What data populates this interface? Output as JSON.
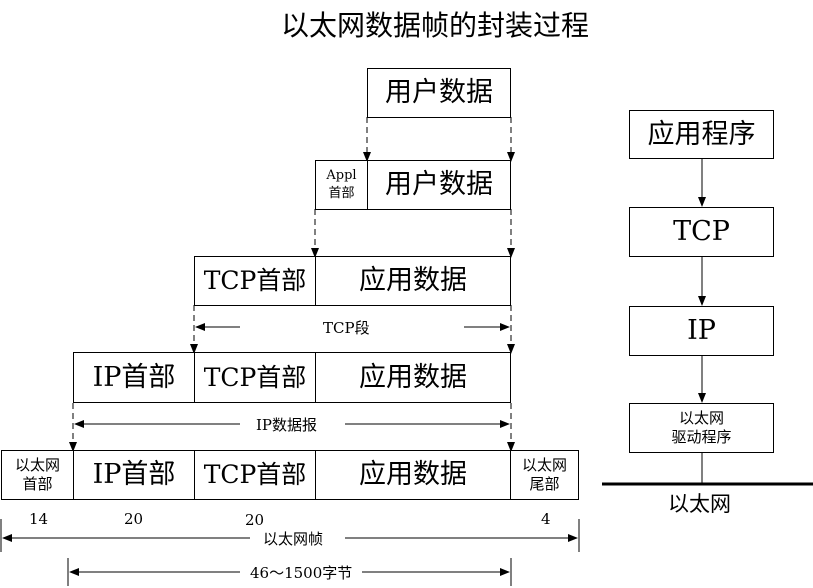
{
  "title": "以太网数据帧的封装过程",
  "left": {
    "row1": {
      "user_data": "用户数据"
    },
    "row2": {
      "appl_header": "Appl\n首部",
      "user_data": "用户数据"
    },
    "row3": {
      "tcp_header": "TCP首部",
      "app_data": "应用数据"
    },
    "tcp_segment_label": "TCP段",
    "row4": {
      "ip_header": "IP首部",
      "tcp_header": "TCP首部",
      "app_data": "应用数据"
    },
    "ip_datagram_label": "IP数据报",
    "row5": {
      "eth_header": "以太网\n首部",
      "ip_header": "IP首部",
      "tcp_header": "TCP首部",
      "app_data": "应用数据",
      "eth_trailer": "以太网\n尾部"
    },
    "sizes": {
      "eth_header": "14",
      "ip_header": "20",
      "tcp_header": "20",
      "eth_trailer": "4"
    },
    "frame_label": "以太网帧",
    "payload_label": "46～1500字节"
  },
  "right": {
    "application": "应用程序",
    "tcp": "TCP",
    "ip": "IP",
    "driver": "以太网\n驱动程序",
    "ethernet": "以太网"
  }
}
